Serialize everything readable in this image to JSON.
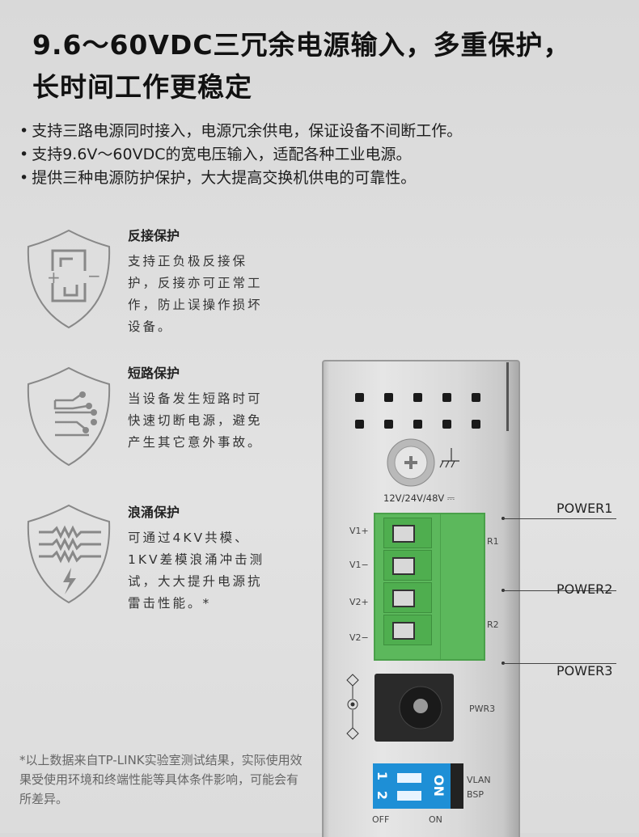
{
  "title": {
    "line1": "9.6～60VDC三冗余电源输入，多重保护，",
    "line2": "长时间工作更稳定"
  },
  "bullets": [
    "支持三路电源同时接入，电源冗余供电，保证设备不间断工作。",
    "支持9.6V～60VDC的宽电压输入，适配各种工业电源。",
    "提供三种电源防护保护，大大提高交换机供电的可靠性。"
  ],
  "features": [
    {
      "icon": "reverse-connection-shield-icon",
      "title": "反接保护",
      "desc": "支持正负极反接保护，反接亦可正常工作，防止误操作损坏设备。"
    },
    {
      "icon": "circuit-shield-icon",
      "title": "短路保护",
      "desc": "当设备发生短路时可快速切断电源，避免产生其它意外事故。"
    },
    {
      "icon": "surge-shield-icon",
      "title": "浪涌保护",
      "desc": "可通过4KV共模、1KV差模浪涌冲击测试，大大提升电源抗雷击性能。*"
    }
  ],
  "note": "*以上数据来自TP-LINK实验室测试结果，实际使用效果受使用环境和终端性能等具体条件影响，可能会有所差异。",
  "device": {
    "voltage_label": "12V/24V/48V ⎓",
    "terminals": [
      "V1+",
      "V1−",
      "V2+",
      "V2−"
    ],
    "relay_labels": [
      "R1",
      "R2"
    ],
    "pwr3_label": "PWR3",
    "dip_numbers": [
      "1",
      "2"
    ],
    "dip_on": "ON",
    "dip_functions": [
      "VLAN",
      "BSP"
    ],
    "dip_off_label": "OFF",
    "dip_on_label": "ON"
  },
  "callouts": [
    "POWER1",
    "POWER2",
    "POWER3"
  ],
  "colors": {
    "terminal_green": "#5cb85c",
    "dip_blue": "#1e8fd6"
  }
}
